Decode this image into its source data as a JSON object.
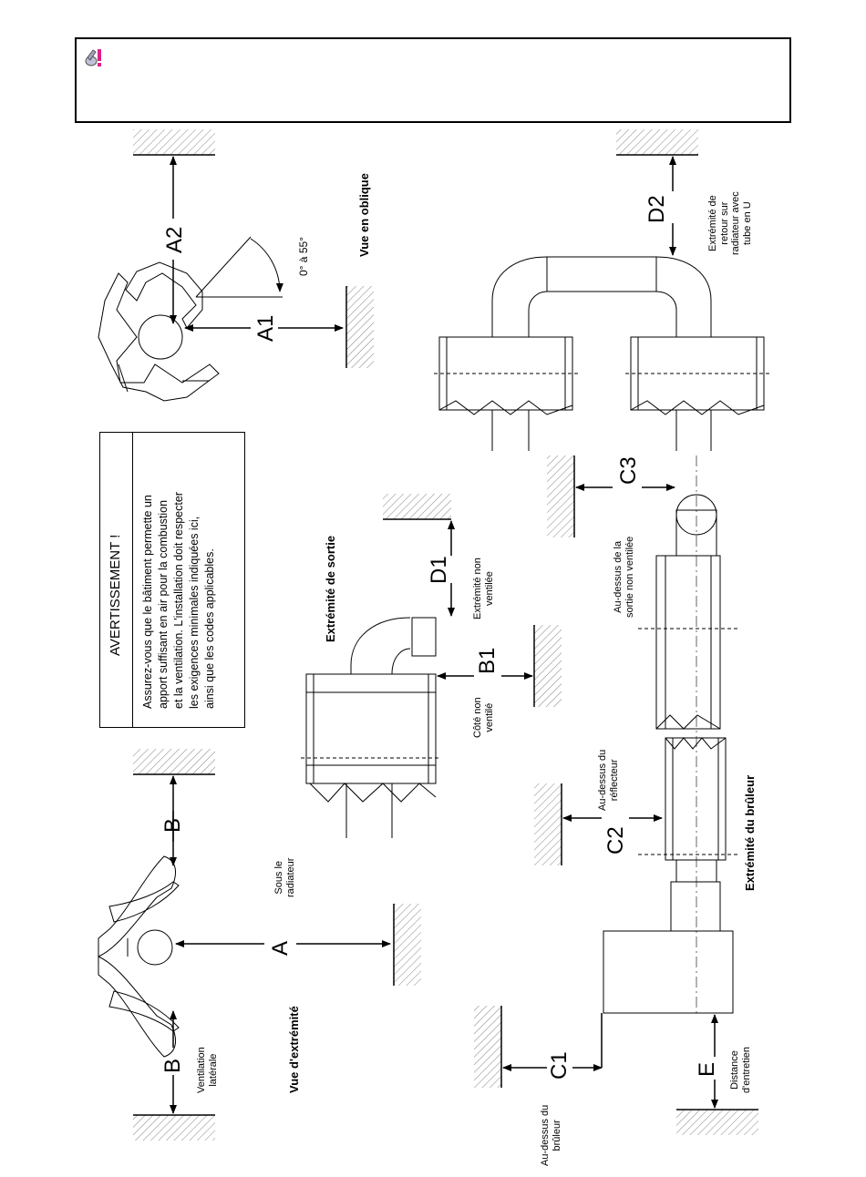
{
  "header": {
    "icon": "warning-info-icon"
  },
  "warning": {
    "title": "AVERTISSEMENT !",
    "lines": [
      "Assurez-vous que le bâtiment permette un",
      "apport suffisant en air pour la combustion",
      "et la ventilation. L'installation doit respecter",
      "les exigences minimales indiquées ici,",
      "ainsi que les codes applicables."
    ]
  },
  "views": {
    "end_view": "Vue d'extrémité",
    "oblique_view": "Vue en oblique",
    "exit_end": "Extrémité de sortie",
    "burner_end": "Extrémité du brûleur"
  },
  "angle": "0° à 55°",
  "dims": {
    "A": "A",
    "A1": "A1",
    "A2": "A2",
    "B": "B",
    "B1": "B1",
    "C1": "C1",
    "C2": "C2",
    "C3": "C3",
    "D1": "D1",
    "D2": "D2",
    "E": "E"
  },
  "labels": {
    "side_vent": [
      "Ventilation",
      "latérale"
    ],
    "below_radiator": [
      "Sous le",
      "radiateur"
    ],
    "side_unvented": [
      "Côté non",
      "ventilé"
    ],
    "end_unvented": [
      "Extrémité non",
      "ventilée"
    ],
    "above_reflector": [
      "Au-dessus du",
      "réflecteur"
    ],
    "above_unvented_exit": [
      "Au-dessus de la",
      "sortie non ventilée"
    ],
    "above_burner": [
      "Au-dessus du",
      "brûleur"
    ],
    "service_distance": [
      "Distance",
      "d'entretien"
    ],
    "u_tube_return": [
      "Extrémité de",
      "retour sur",
      "radiateur avec",
      "tube en U"
    ]
  }
}
